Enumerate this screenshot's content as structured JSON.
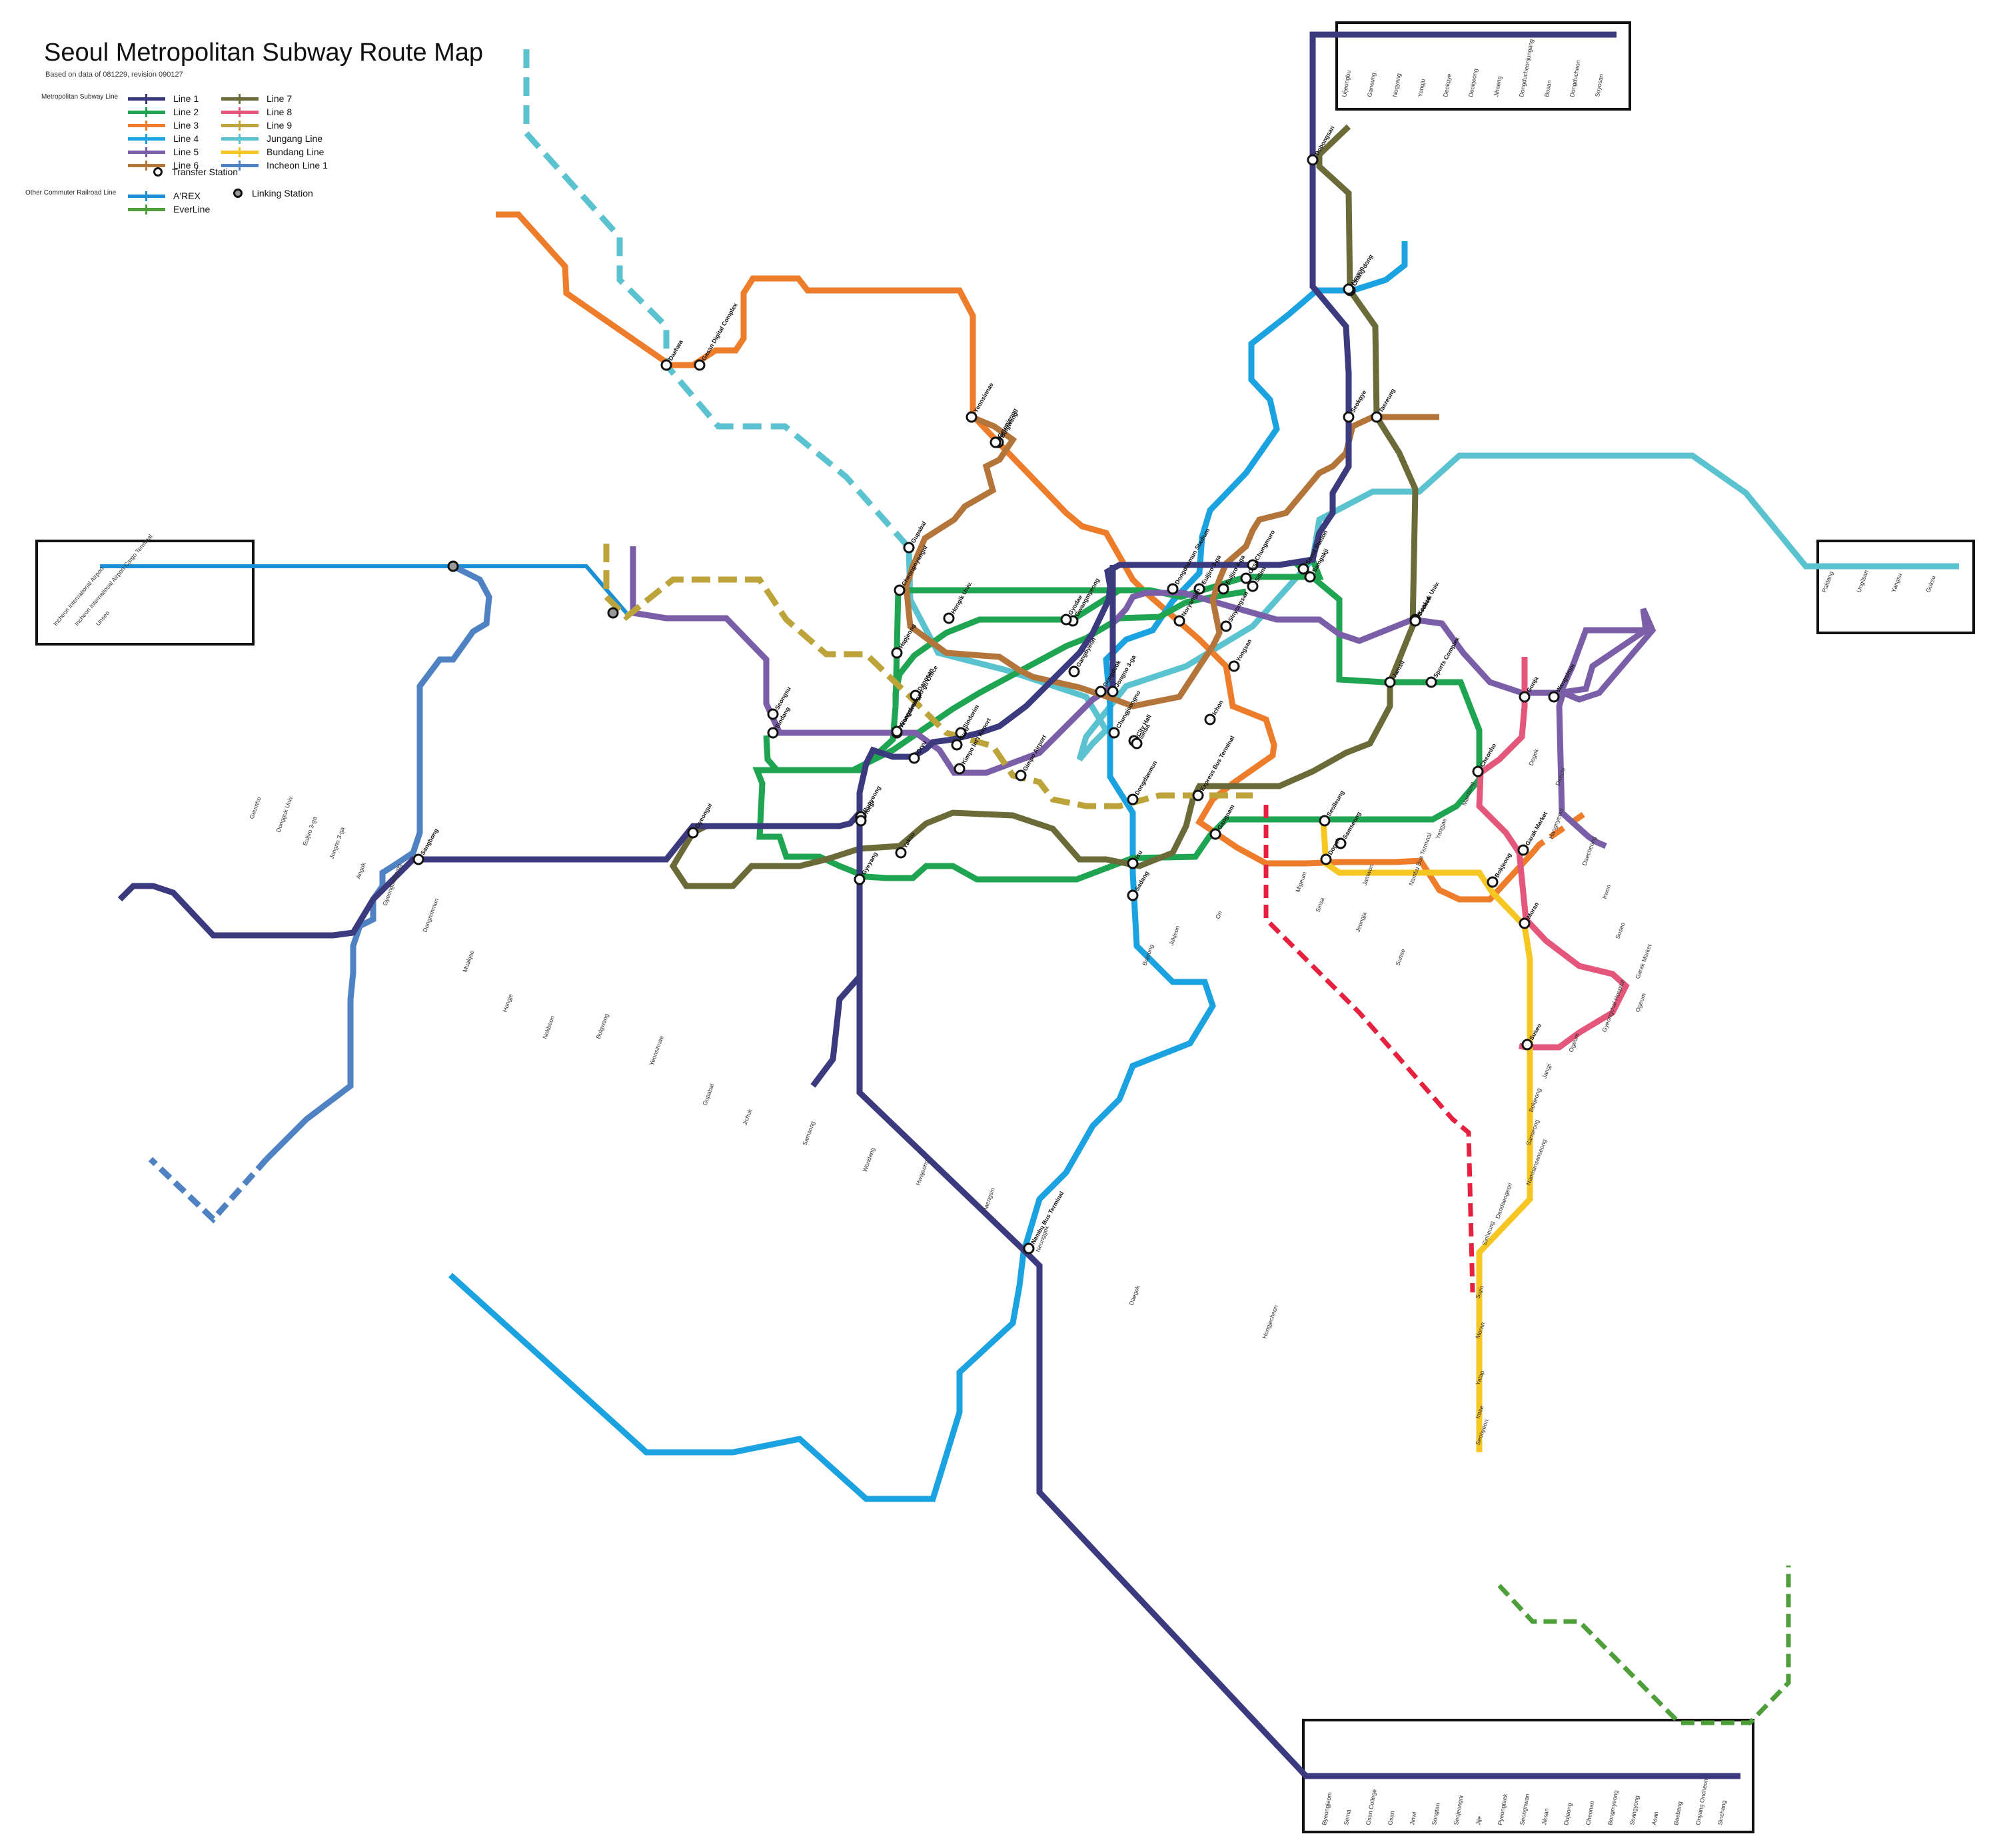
{
  "title": "Seoul Metropolitan Subway Route Map",
  "subtitle": "Based on data of 081229, revision 090127",
  "legend": {
    "category_metro": "Metropolitan Subway Line",
    "category_other": "Other Commuter Railroad Line",
    "transfer_label": "Transfer Station",
    "linking_label": "Linking Station",
    "lines": [
      {
        "label": "Line 1",
        "color": "#3b3a7e"
      },
      {
        "label": "Line 2",
        "color": "#1fa552"
      },
      {
        "label": "Line 3",
        "color": "#ee7d2b"
      },
      {
        "label": "Line 4",
        "color": "#1aa3e0"
      },
      {
        "label": "Line 5",
        "color": "#7a5ea8"
      },
      {
        "label": "Line 6",
        "color": "#b4753a"
      },
      {
        "label": "Line 7",
        "color": "#6b6b39"
      },
      {
        "label": "Line 8",
        "color": "#e4567a"
      },
      {
        "label": "Line 9",
        "color": "#bda43a"
      },
      {
        "label": "Jungang Line",
        "color": "#5bc3cf"
      },
      {
        "label": "Bundang Line",
        "color": "#f6c623"
      },
      {
        "label": "Incheon Line 1",
        "color": "#4f82c3"
      }
    ],
    "other_lines": [
      {
        "label": "A'REX",
        "color": "#1a8fd4"
      },
      {
        "label": "EverLine",
        "color": "#4e9e3a"
      }
    ]
  },
  "stations": {
    "euijeongbu_group": [
      "Uijeongbu",
      "Ganeung",
      "Nogyang",
      "Yangju",
      "Deokgye",
      "Deokjeong",
      "Jihaeng",
      "Dongducheonjungang",
      "Bosan",
      "Dongducheon",
      "Soyosan"
    ],
    "south_group": [
      "Byeongjeom",
      "Sema",
      "Osan College",
      "Osan",
      "Jinwi",
      "Songtan",
      "Seojeongni",
      "Jije",
      "Pyeongtaek",
      "Seonghwan",
      "Jiksan",
      "Dujeong",
      "Cheonan",
      "Bongmyeong",
      "Ssangyong",
      "Asan",
      "Baebang",
      "Onyang Oncheon",
      "Sinchang"
    ],
    "arex_group": [
      "Incheon International Airport",
      "Incheon International Airport Cargo Terminal",
      "Unseo"
    ],
    "jungang_east_group": [
      "Paldang",
      "Ungilsan",
      "Yangsu",
      "Guksu"
    ],
    "transfers": [
      "Dobongsan",
      "Chang-dong",
      "Nowon",
      "Taereung",
      "Seokgye",
      "Yeonsinnae",
      "Bulgwang",
      "Gupabal",
      "Daehwa",
      "Hongik Univ.",
      "Hapjeong",
      "Dangsan",
      "Yeongdeungpo-gu Office",
      "Sindorim",
      "Guro",
      "Oryu",
      "Bupyeong",
      "Gyeyang",
      "Kimpo Int'l Airport",
      "Gimpo Airport",
      "Gongdeok",
      "Chungjeongno",
      "City Hall",
      "Jongno 3-ga",
      "Dongdaemun",
      "Dongdaemun Stadium",
      "Euljiro 3-ga",
      "Euljiro 4-ga",
      "Chungmuro",
      "Seoul Station",
      "Samgakji",
      "Sinyongsan",
      "Yongsan",
      "Ichon",
      "Isu",
      "Sadang",
      "Express Bus Terminal",
      "Gangnam",
      "Seolleung",
      "Samseong",
      "Sports Complex",
      "Jamsil",
      "Konkuk Univ.",
      "Gunja",
      "Wangsimni",
      "Cheonho",
      "Garak Market",
      "Bokjeong",
      "Moran",
      "Suseo",
      "Dogok",
      "Godeok",
      "Gasan Digital Complex",
      "Geumjeong",
      "Gwangmyeong",
      "Sinsa",
      "Hoegi",
      "Cheongnyangni",
      "Sangbong",
      "Gyeongui",
      "Seongsu",
      "Wangsimni",
      "Sindang",
      "Yaksu",
      "Oksu",
      "Noryangjin",
      "Sillim",
      "Nambu Bus Terminal",
      "Gyodae",
      "Gangbyeon"
    ],
    "other": [
      "Hongjecheon",
      "Daegok",
      "Neunggok",
      "Haengsin",
      "Hwajeong",
      "Wondang",
      "Samsong",
      "Jichuk",
      "Gupabal",
      "Yeonsinnae",
      "Bulgwang",
      "Nokbeon",
      "Hongje",
      "Muakjae",
      "Dongnimmun",
      "Gyeongbokgung",
      "Anguk",
      "Jongno 3-ga",
      "Euljiro 3-ga",
      "Dongguk Univ.",
      "Geumho",
      "Sinsa",
      "Jamwon",
      "Nambu Bus Terminal",
      "Yangjae",
      "Maebong",
      "Dogok",
      "Daechi",
      "Hangnyeoul",
      "Daecheong",
      "Irwon",
      "Suseo",
      "Garak Market",
      "Ogeum",
      "Gyeongchal Hospital",
      "Ogeum",
      "Jangji",
      "Bokjeong",
      "Sanseong",
      "Namhansanseong",
      "Dandaeogeori",
      "Sinheung",
      "Sujin",
      "Moran",
      "Yatap",
      "Imae",
      "Seohyeon",
      "Sunae",
      "Jeongja",
      "Migeum",
      "Ori",
      "Jukjeon",
      "Bojeong"
    ]
  }
}
